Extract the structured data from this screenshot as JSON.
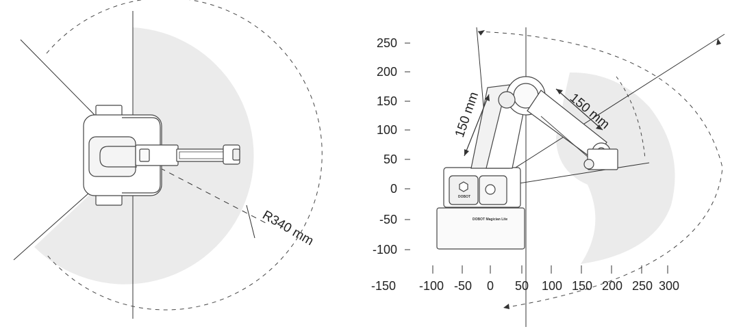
{
  "top_view": {
    "radius_label": "R340 mm"
  },
  "side_view": {
    "y_ticks": [
      "250",
      "200",
      "150",
      "100",
      "50",
      "0",
      "-50",
      "-100"
    ],
    "x_ticks": [
      "-150",
      "-100",
      "-50",
      "0",
      "50",
      "100",
      "150",
      "200",
      "250",
      "300"
    ],
    "link_label_upper": "150 mm",
    "link_label_fore": "150 mm",
    "brand_logo_text": "DOBOT",
    "model_text": "DOBOT Magician Lite"
  },
  "colors": {
    "workspace_fill": "#ebebeb",
    "line": "#333333",
    "robot_stroke": "#444444"
  }
}
